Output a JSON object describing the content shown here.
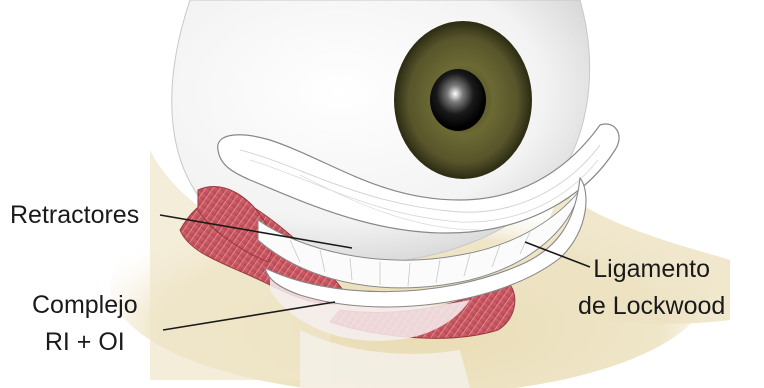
{
  "labels": {
    "retractores": "Retractores",
    "complejo_line1": "Complejo",
    "complejo_line2": "RI + OI",
    "ligamento_line1": "Ligamento",
    "ligamento_line2": "de Lockwood"
  },
  "colors": {
    "iris": "#5a5a2e",
    "muscle": "#c9555e",
    "tissue": "#e9ddb7",
    "ligament": "#ffffff",
    "outline": "#8a8a8a"
  }
}
